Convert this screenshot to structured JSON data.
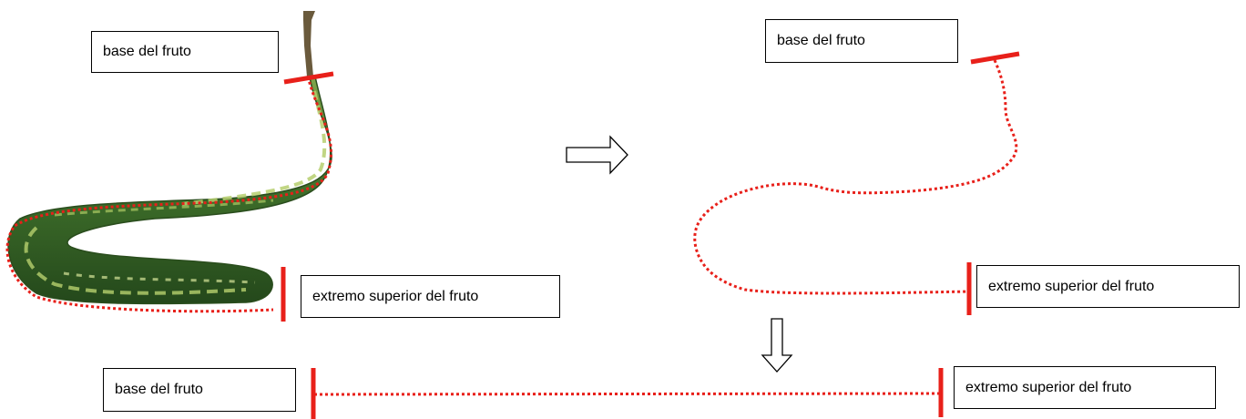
{
  "labels": {
    "photo_base": "base del fruto",
    "photo_tip": "extremo superior del fruto",
    "outline_base": "base del fruto",
    "outline_tip": "extremo superior del fruto",
    "straight_base": "base del fruto",
    "straight_tip": "extremo superior del fruto"
  },
  "colors": {
    "measure_line": "#e8201a",
    "gourd_dark": "#2f5a22",
    "gourd_mid": "#5f8f3a",
    "gourd_light": "#a9c46a",
    "stem": "#6a5a3c",
    "box_border": "#000000"
  },
  "icons": [
    "right-arrow-icon",
    "down-arrow-icon"
  ]
}
